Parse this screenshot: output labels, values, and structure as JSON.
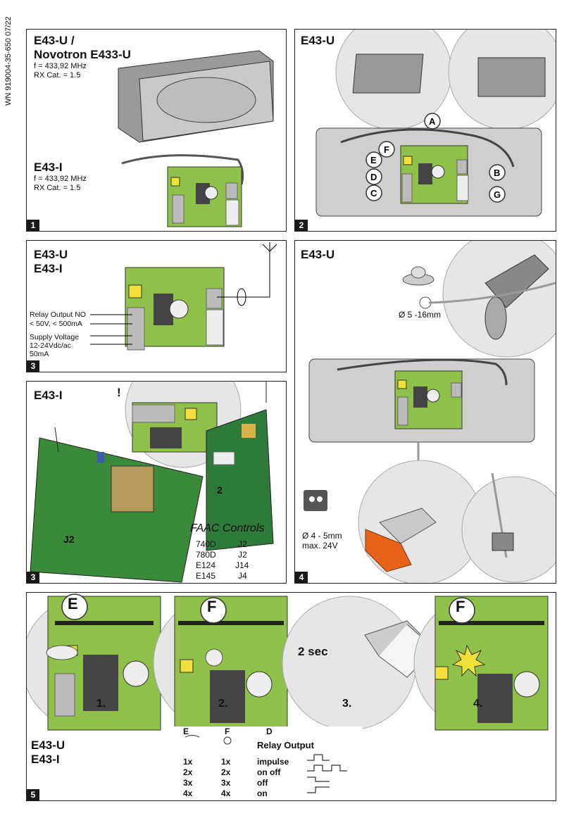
{
  "doc_id": "WN 919004-35-650 07/22",
  "panel1": {
    "num": "1",
    "title1": "E43-U /",
    "title2": "Novotron E433-U",
    "freq1": "f = 433,92 MHz",
    "cat1": "RX Cat. = 1.5",
    "title3": "E43-I",
    "freq2": "f = 433,92 MHz",
    "cat2": "RX Cat. = 1.5"
  },
  "panel2": {
    "num": "2",
    "title": "E43-U",
    "labels": [
      "A",
      "B",
      "C",
      "D",
      "E",
      "F",
      "G"
    ]
  },
  "panel3a": {
    "num": "3",
    "title1": "E43-U",
    "title2": "E43-I",
    "relay1": "Relay Output NO",
    "relay2": "< 50V, < 500mA",
    "supply1": "Supply Voltage",
    "supply2": "12-24Vdc/ac",
    "supply3": "50mA"
  },
  "panel3b": {
    "num": "3",
    "title": "E43-I",
    "excl": "!",
    "j2a": "J2",
    "j2b": "2",
    "faac_title": "FAAC Controls",
    "faac": [
      {
        "model": "740D",
        "conn": "J2"
      },
      {
        "model": "780D",
        "conn": "J2"
      },
      {
        "model": "E124",
        "conn": "J14"
      },
      {
        "model": "E145",
        "conn": "J4"
      }
    ]
  },
  "panel4": {
    "num": "4",
    "title": "E43-U",
    "cable1": "Ø 5 -16mm",
    "cable2a": "Ø 4 - 5mm",
    "cable2b": "max. 24V"
  },
  "panel5": {
    "num": "5",
    "title1": "E43-U",
    "title2": "E43-I",
    "steps": [
      "1.",
      "2.",
      "3.",
      "4."
    ],
    "label_e": "E",
    "label_f": "F",
    "label_f2": "F",
    "sec": "2 sec",
    "table": {
      "col_e": "E",
      "col_f": "F",
      "col_d": "D",
      "relay_output": "Relay Output",
      "rows": [
        {
          "e": "1x",
          "f": "1x",
          "mode": "impulse"
        },
        {
          "e": "2x",
          "f": "2x",
          "mode": "on off"
        },
        {
          "e": "3x",
          "f": "3x",
          "mode": "off"
        },
        {
          "e": "4x",
          "f": "4x",
          "mode": "on"
        }
      ]
    }
  },
  "colors": {
    "pcb": "#8fc04a",
    "accent_orange": "#e8621a",
    "led_yellow": "#f2e03a"
  }
}
